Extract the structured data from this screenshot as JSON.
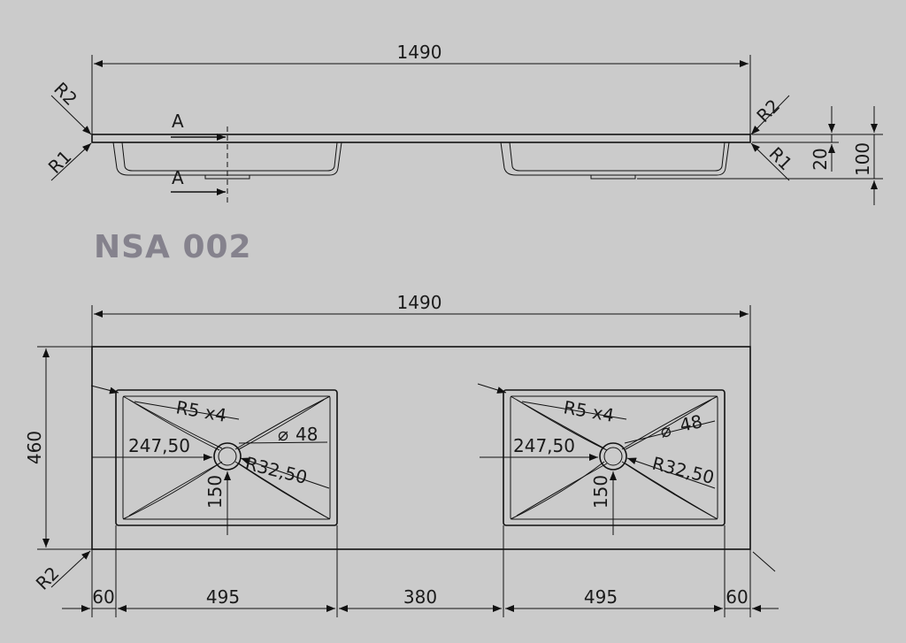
{
  "title": "NSA 002",
  "side_view": {
    "overall_length": "1490",
    "radius_outer": "R2",
    "radius_inner": "R1",
    "section_mark": "A",
    "height_top": "20",
    "height_total": "100"
  },
  "plan_view": {
    "overall_length": "1490",
    "depth": "460",
    "corner_radius": "R2",
    "bowls": [
      {
        "corner_radius": "R5 x4",
        "drain_diameter": "48",
        "center_offset": "247,50",
        "drain_radius": "R32,50",
        "drain_from_back": "150"
      },
      {
        "corner_radius": "R5 x4",
        "drain_diameter": "48",
        "center_offset": "247,50",
        "drain_radius": "R32,50",
        "drain_from_back": "150"
      }
    ],
    "segments": [
      "60",
      "495",
      "380",
      "495",
      "60"
    ]
  },
  "symbols": {
    "diameter": "⌀"
  }
}
